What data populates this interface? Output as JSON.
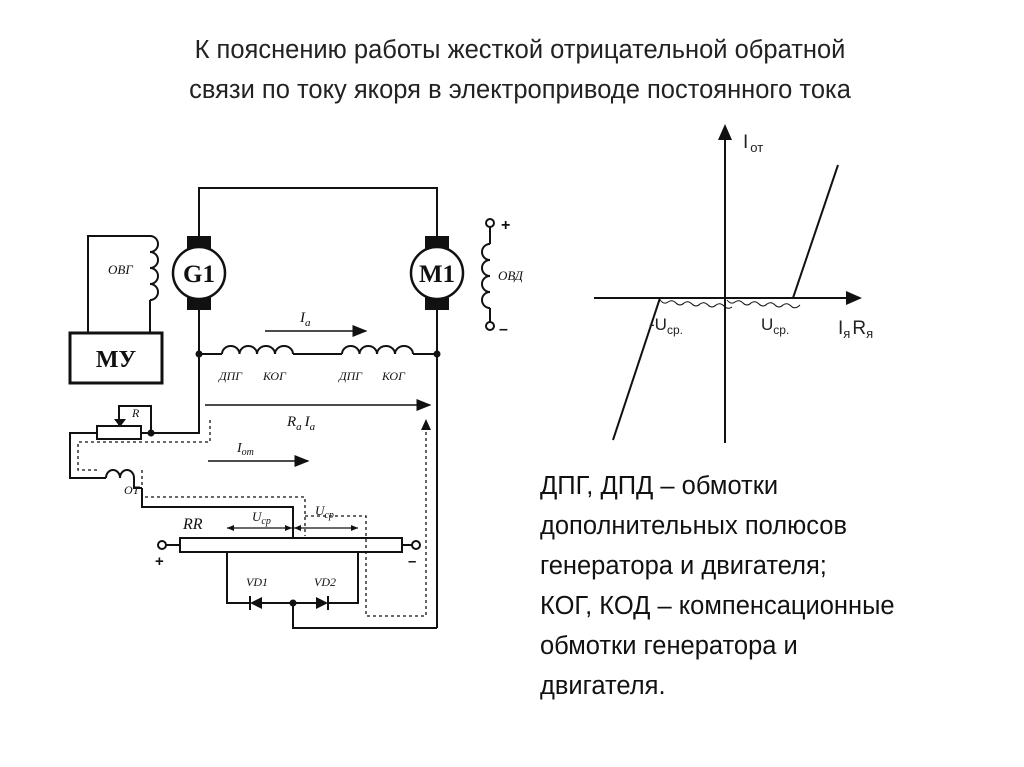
{
  "title": {
    "line1": "К пояснению работы жесткой отрицательной обратной",
    "line2": "связи по току якоря в электроприводе постоянного тока"
  },
  "schematic": {
    "generator": "G1",
    "motor": "M1",
    "ovg": "ОВГ",
    "ovd": "ОВД",
    "mu": "МУ",
    "r": "R",
    "ot": "ОТ",
    "rr": "RR",
    "dpg1": "ДПГ",
    "kog1": "КОГ",
    "dpg2": "ДПГ",
    "kog2": "КОГ",
    "ia_label": "I",
    "ia_sub": "a",
    "raia_label_r": "R",
    "raia_sub_a": "a",
    "raia_label_i": "I",
    "raia_sub_a2": "a",
    "iot_label": "I",
    "iot_sub": "om",
    "ucp1": "U",
    "ucp1_sub": "cp",
    "ucp2": "U",
    "ucp2_sub": "cp",
    "vd1": "VD1",
    "vd2": "VD2",
    "plus_top": "+",
    "minus_top": "–",
    "plus_left": "+",
    "minus_right": "–"
  },
  "graph": {
    "y_axis": "I",
    "y_axis_sub": "от",
    "x_axis": "I",
    "x_axis_sub1": "я",
    "x_axis_r": "R",
    "x_axis_sub2": "я",
    "neg_ucp": "-U",
    "neg_ucp_sub": "ср.",
    "pos_ucp": "U",
    "pos_ucp_sub": "ср."
  },
  "legend": {
    "line1": "ДПГ, ДПД – обмотки",
    "line2": "дополнительных полюсов",
    "line3": "генератора и двигателя;",
    "line4": "КОГ, КОД – компенсационные",
    "line5": "обмотки генератора и",
    "line6": "двигателя."
  }
}
